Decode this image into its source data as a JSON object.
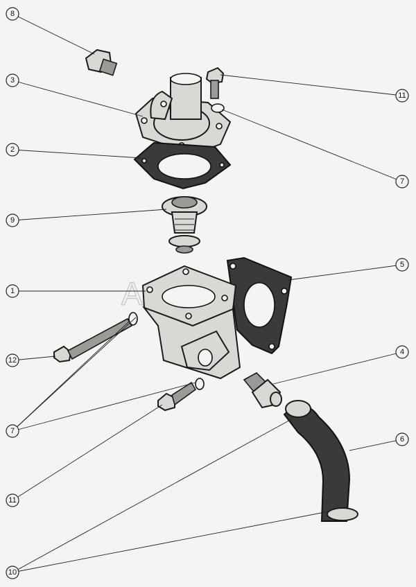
{
  "watermark": "AutoSoft",
  "callouts": {
    "c8": "8",
    "c3": "3",
    "c2": "2",
    "c9": "9",
    "c1": "1",
    "c12": "12",
    "c7a": "7",
    "c11a": "11",
    "c10": "10",
    "c11b": "11",
    "c7b": "7",
    "c5": "5",
    "c4": "4",
    "c6": "6"
  }
}
